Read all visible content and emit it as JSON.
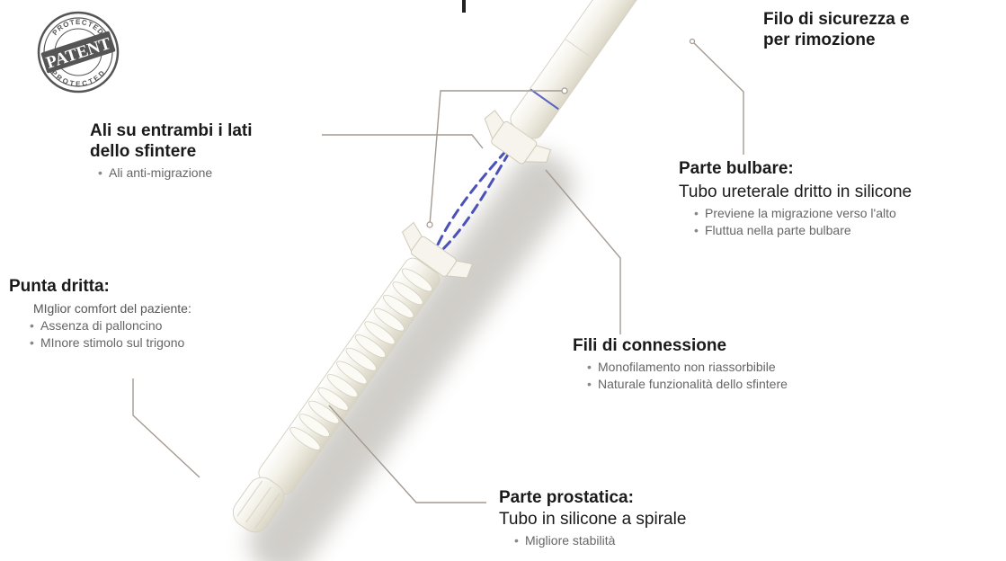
{
  "badge": {
    "top_text": "PROTECTED",
    "center_text": "PATENT",
    "bottom_text": "PROTECTED"
  },
  "callouts": {
    "filo": {
      "title_line1": "Filo di sicurezza e",
      "title_line2": "per rimozione"
    },
    "ali": {
      "title_line1": "Ali su entrambi i lati",
      "title_line2": "dello sfintere",
      "bullets": [
        "Ali anti-migrazione"
      ]
    },
    "bulbare": {
      "title": "Parte bulbare:",
      "subtitle": "Tubo ureterale dritto in silicone",
      "bullets": [
        "Previene la migrazione verso l'alto",
        "Fluttua nella parte bulbare"
      ]
    },
    "punta": {
      "title": "Punta dritta:",
      "intro": "MIglior comfort del paziente:",
      "bullets": [
        "Assenza di palloncino",
        "MInore stimolo sul trigono"
      ]
    },
    "fili": {
      "title": "Fili di connessione",
      "bullets": [
        "Monofilamento non riassorbibile",
        "Naturale funzionalità dello sfintere"
      ]
    },
    "prostatica": {
      "title": "Parte prostatica:",
      "subtitle": "Tubo in silicone a spirale",
      "bullets": [
        "Migliore stabilità"
      ]
    }
  },
  "colors": {
    "leader": "#a49a92",
    "tube": "#f1efe6",
    "thread": "#4a52b8",
    "badge": "#555555"
  }
}
